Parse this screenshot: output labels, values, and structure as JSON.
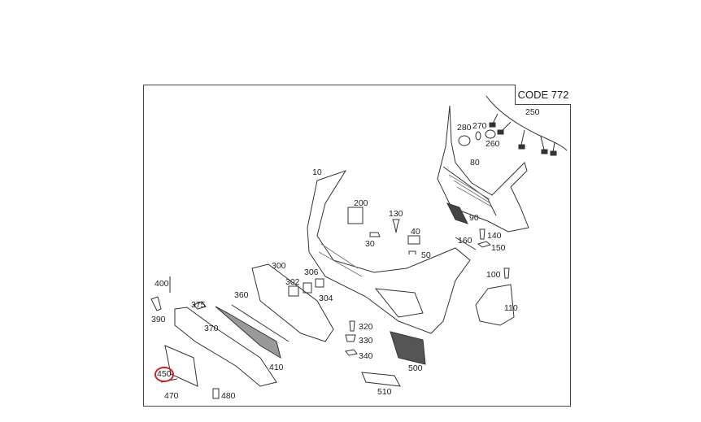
{
  "diagram": {
    "code_label": "CODE 772",
    "highlight_color": "#d42020",
    "highlighted_part": "450",
    "parts": [
      {
        "id": "p10",
        "label": "10"
      },
      {
        "id": "p30",
        "label": "30"
      },
      {
        "id": "p40",
        "label": "40"
      },
      {
        "id": "p50",
        "label": "50"
      },
      {
        "id": "p80",
        "label": "80"
      },
      {
        "id": "p90",
        "label": "90"
      },
      {
        "id": "p100",
        "label": "100"
      },
      {
        "id": "p110",
        "label": "110"
      },
      {
        "id": "p130",
        "label": "130"
      },
      {
        "id": "p140",
        "label": "140"
      },
      {
        "id": "p150",
        "label": "150"
      },
      {
        "id": "p160",
        "label": "160"
      },
      {
        "id": "p200",
        "label": "200"
      },
      {
        "id": "p250",
        "label": "250"
      },
      {
        "id": "p260",
        "label": "260"
      },
      {
        "id": "p270",
        "label": "270"
      },
      {
        "id": "p280",
        "label": "280"
      },
      {
        "id": "p300",
        "label": "300"
      },
      {
        "id": "p302",
        "label": "302"
      },
      {
        "id": "p304",
        "label": "304"
      },
      {
        "id": "p306",
        "label": "306"
      },
      {
        "id": "p320",
        "label": "320"
      },
      {
        "id": "p330",
        "label": "330"
      },
      {
        "id": "p340",
        "label": "340"
      },
      {
        "id": "p360",
        "label": "360"
      },
      {
        "id": "p370",
        "label": "370"
      },
      {
        "id": "p375",
        "label": "375"
      },
      {
        "id": "p390",
        "label": "390"
      },
      {
        "id": "p400",
        "label": "400"
      },
      {
        "id": "p410",
        "label": "410"
      },
      {
        "id": "p450",
        "label": "450"
      },
      {
        "id": "p470",
        "label": "470"
      },
      {
        "id": "p480",
        "label": "480"
      },
      {
        "id": "p500",
        "label": "500"
      },
      {
        "id": "p510",
        "label": "510"
      }
    ]
  }
}
